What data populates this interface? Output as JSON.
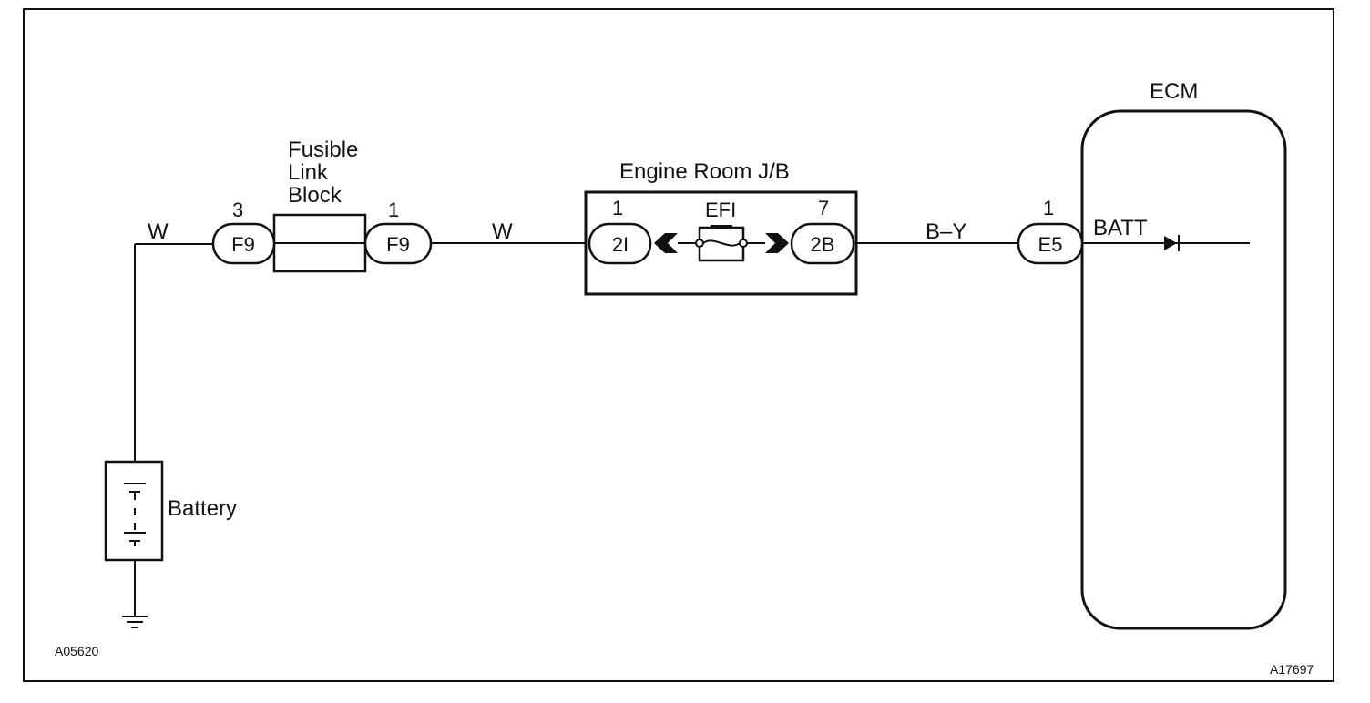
{
  "components": {
    "fusible_link_block": {
      "label_lines": [
        "Fusible",
        "Link",
        "Block"
      ]
    },
    "engine_room_jb": {
      "label": "Engine Room J/B",
      "fuse": "EFI"
    },
    "ecm": {
      "label": "ECM",
      "terminal": "BATT"
    },
    "battery": {
      "label": "Battery"
    }
  },
  "connectors": {
    "f9_in": {
      "code": "F9",
      "pin": "3"
    },
    "f9_out": {
      "code": "F9",
      "pin": "1"
    },
    "jb_2i": {
      "code": "2I",
      "pin": "1"
    },
    "jb_2b": {
      "code": "2B",
      "pin": "7"
    },
    "ecm_e5": {
      "code": "E5",
      "pin": "1"
    }
  },
  "wires": {
    "battery_to_fl": "W",
    "fl_to_jb": "W",
    "jb_to_ecm": "B–Y"
  },
  "references": {
    "left": "A05620",
    "right": "A17697"
  }
}
